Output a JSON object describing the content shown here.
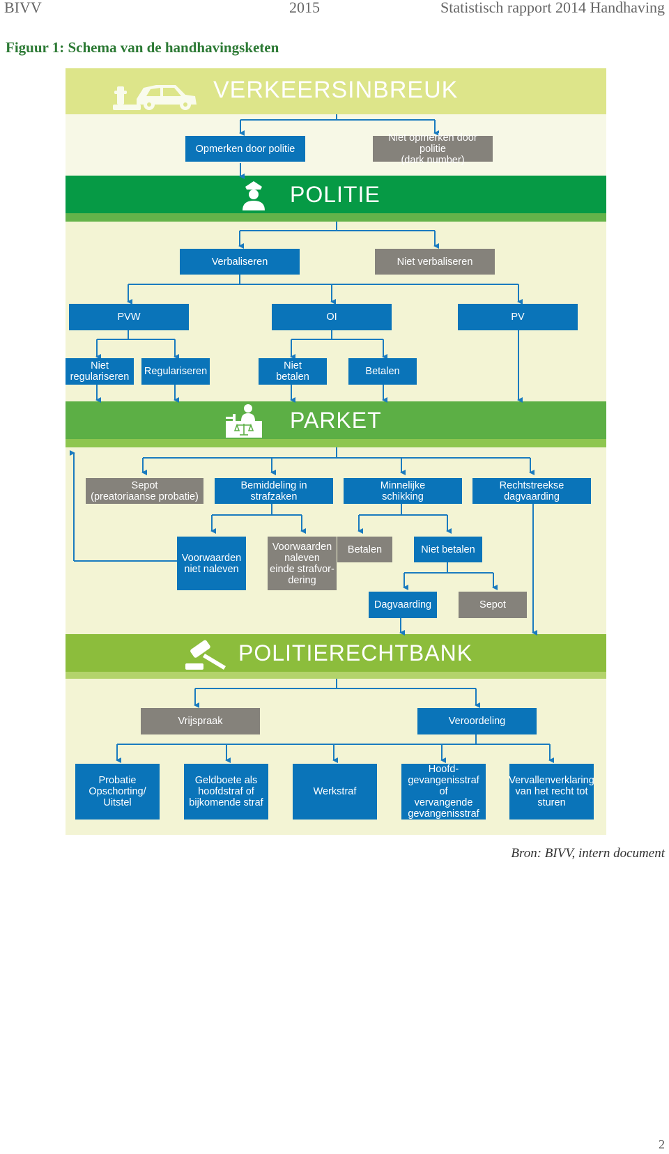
{
  "header": {
    "left": "BIVV",
    "center": "2015",
    "right": "Statistisch rapport 2014 Handhaving"
  },
  "figure_title": "Figuur 1: Schema van de handhavingsketen",
  "sections": {
    "verkeersinbreuk": "VERKEERSINBREUK",
    "politie": "POLITIE",
    "parket": "PARKET",
    "politierechtbank": "POLITIERECHTBANK"
  },
  "boxes": {
    "opmerken": "Opmerken door politie",
    "niet_opmerken": "Niet opmerken door politie\n(dark number)",
    "verbaliseren": "Verbaliseren",
    "niet_verbaliseren": "Niet verbaliseren",
    "pvw": "PVW",
    "oi": "OI",
    "pv": "PV",
    "niet_regulariseren": "Niet\nregulariseren",
    "regulariseren": "Regulariseren",
    "niet_betalen_1": "Niet\nbetalen",
    "betalen_1": "Betalen",
    "sepot_1": "Sepot\n(preatoriaanse probatie)",
    "bemiddeling": "Bemiddeling in\nstrafzaken",
    "minnelijke": "Minnelijke\nschikking",
    "rechtstreekse": "Rechtstreekse\ndagvaarding",
    "voorwaarden_niet": "Voorwaarden\nniet naleven",
    "voorwaarden_naleven": "Voorwaarden\nnaleven\neinde strafvor-\ndering",
    "betalen_2": "Betalen",
    "niet_betalen_2": "Niet betalen",
    "dagvaarding": "Dagvaarding",
    "sepot_2": "Sepot",
    "vrijspraak": "Vrijspraak",
    "veroordeling": "Veroordeling",
    "probatie": "Probatie\nOpschorting/\nUitstel",
    "geldboete": "Geldboete als\nhoofdstraf of\nbijkomende straf",
    "werkstraf": "Werkstraf",
    "hoofdgevangenis": "Hoofd-\ngevangenisstraf of\nvervangende\ngevangenisstraf",
    "vervallenverklaring": "Vervallenverklaring\nvan het recht tot\nsturen"
  },
  "source": "Bron: BIVV, intern document",
  "page_number": "2",
  "colors": {
    "light_green": "#dde58a",
    "dark_green": "#069a45",
    "mid_green": "#5caf45",
    "lime_green": "#8cbd3c",
    "panel_bg": "#f3f4d4",
    "box_blue": "#0a74b9",
    "box_grey": "#85827b",
    "connector": "#1a7bbf"
  },
  "icons": [
    "car-icon",
    "police-officer-icon",
    "judge-desk-icon",
    "gavel-icon"
  ]
}
